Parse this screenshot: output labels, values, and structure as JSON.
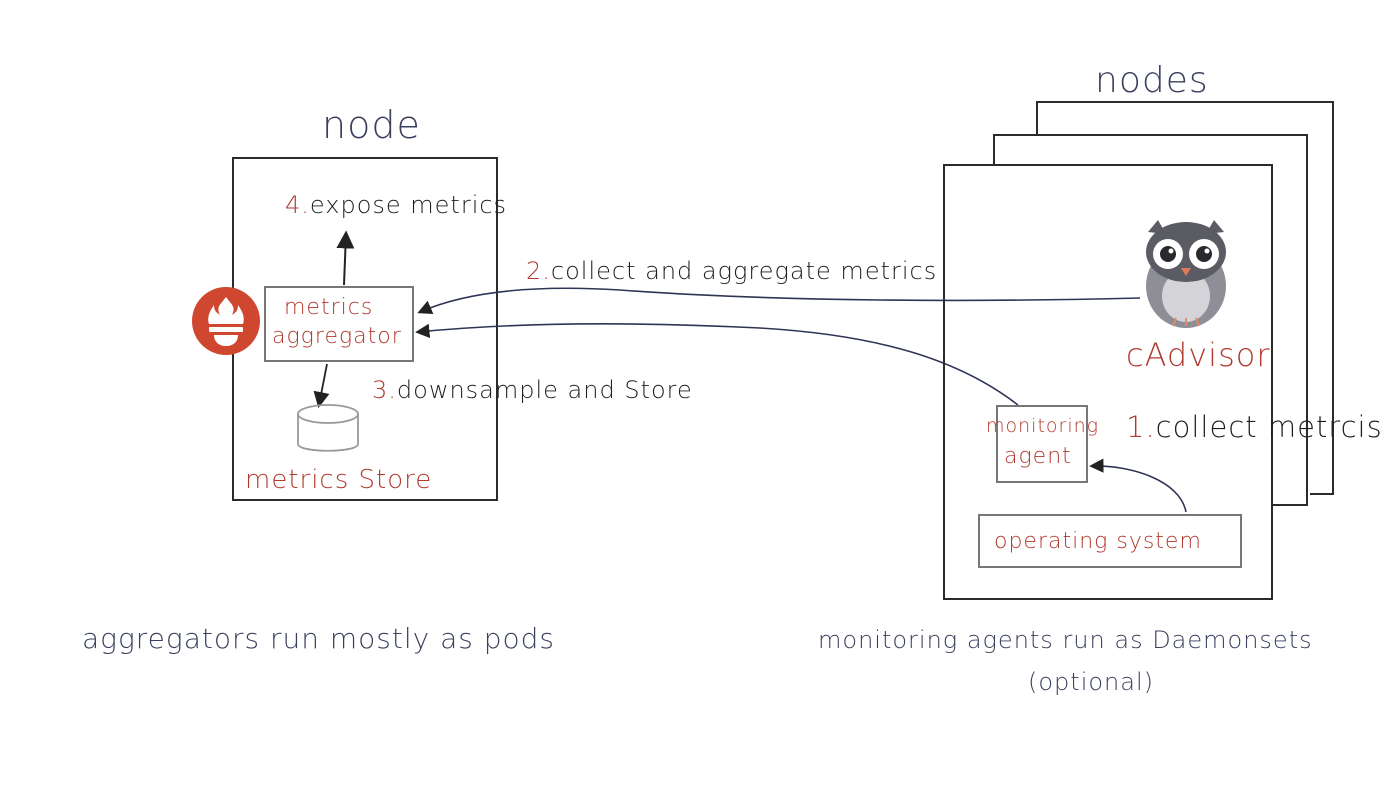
{
  "left_node": {
    "title": "node",
    "step4_number": "4.",
    "step4_text": "expose metrics",
    "aggregator_line1": "metrics",
    "aggregator_line2": "aggregator",
    "step3_number": "3.",
    "step3_text": "downsample and Store",
    "store_label": "metrics Store",
    "caption": "aggregators run mostly as pods"
  },
  "middle": {
    "step2_number": "2.",
    "step2_text": "collect and aggregate metrics"
  },
  "right_nodes": {
    "title": "nodes",
    "cadvisor_label": "cAdvisor",
    "agent_line1": "monitoring",
    "agent_line2": "agent",
    "step1_number": "1.",
    "step1_text": "collect metrcis",
    "os_label": "operating system",
    "caption_line1": "monitoring agents run as Daemonsets",
    "caption_line2": "(optional)"
  },
  "colors": {
    "navy_text": "#3a3f5c",
    "red_text": "#b03a2e",
    "prometheus_logo": "#d0472f",
    "owl_body": "#8e8e96"
  },
  "icons": {
    "prometheus": "prometheus-logo-icon",
    "cadvisor": "owl-icon",
    "store": "database-cylinder-icon"
  }
}
